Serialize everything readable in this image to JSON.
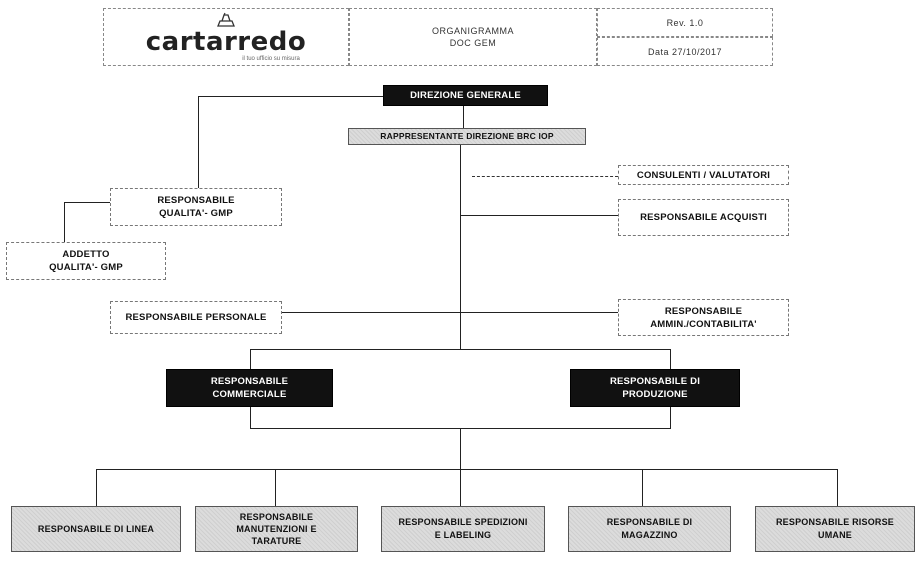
{
  "header": {
    "logo_text": "cartarredo",
    "logo_subtext": "il tuo ufficio su misura",
    "doc_title": "ORGANIGRAMMA",
    "doc_code": "DOC GEM",
    "revision": "Rev. 1.0",
    "date": "Data 27/10/2017"
  },
  "nodes": {
    "direzione": "DIREZIONE GENERALE",
    "rappresentante": "RAPPRESENTANTE DIREZIONE BRC IOP",
    "consulenti": "CONSULENTI / VALUTATORI",
    "resp_acquisti": "RESPONSABILE ACQUISTI",
    "resp_qualita": "RESPONSABILE\nQUALITA'- GMP",
    "addetto_qualita": "ADDETTO\nQUALITA'- GMP",
    "resp_personale": "RESPONSABILE PERSONALE",
    "resp_amministrazione": "RESPONSABILE\nAMMIN./CONTABILITA'",
    "resp_commerciale": "RESPONSABILE\nCOMMERCIALE",
    "resp_produzione": "RESPONSABILE DI\nPRODUZIONE",
    "resp_linea": "RESPONSABILE DI LINEA",
    "resp_manutenzioni": "RESPONSABILE\nMANUTENZIONI E\nTARATURE",
    "resp_spedizioni": "RESPONSABILE SPEDIZIONI\nE LABELING",
    "resp_magazzino": "RESPONSABILE DI\nMAGAZZINO",
    "resp_risorse": "RESPONSABILE RISORSE\nUMANE"
  }
}
